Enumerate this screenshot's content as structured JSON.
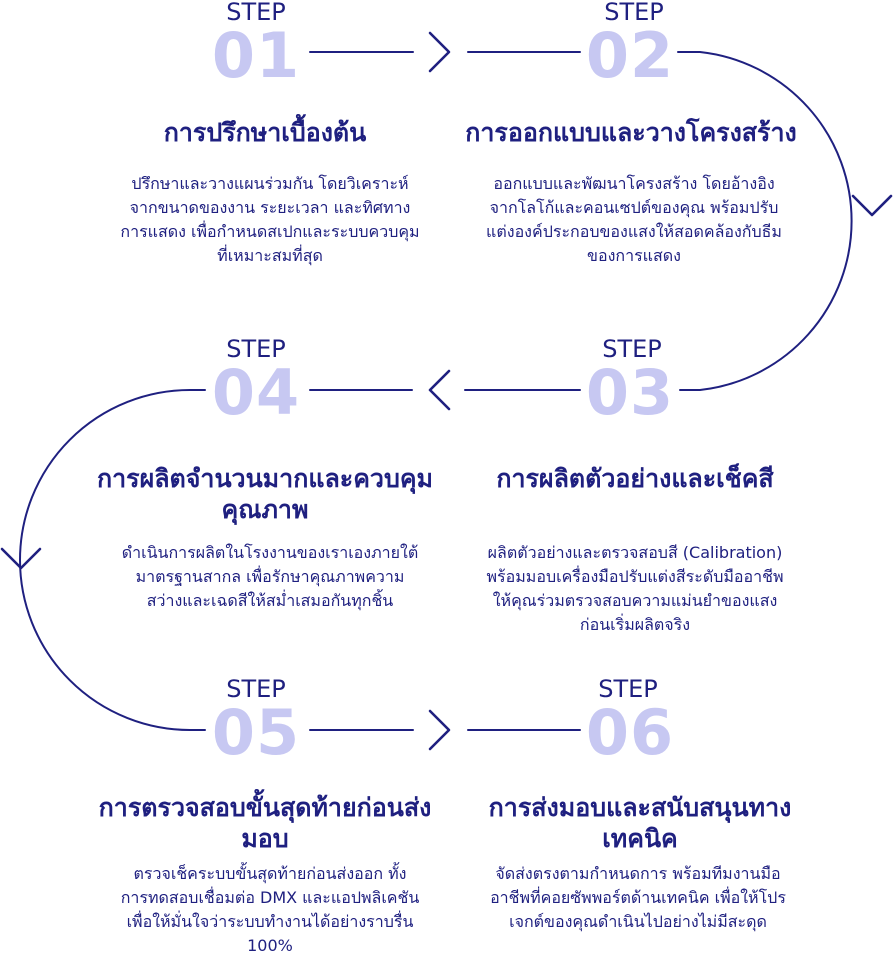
{
  "colors": {
    "primary": "#1f2080",
    "number": "#c7c8f2",
    "background": "#ffffff"
  },
  "icons": [
    "chevron-right-icon",
    "chevron-down-icon",
    "chevron-left-icon"
  ],
  "steps": [
    {
      "label": "STEP",
      "number": "01",
      "title": "การปรึกษาเบื้องต้น",
      "description": "ปรึกษาและวางแผนร่วมกัน โดยวิเคราะห์จากขนาดของงาน ระยะเวลา และทิศทางการแสดง เพื่อกำหนดสเปกและระบบควบคุมที่เหมาะสมที่สุด"
    },
    {
      "label": "STEP",
      "number": "02",
      "title": "การออกแบบและวางโครงสร้าง",
      "description": "ออกแบบและพัฒนาโครงสร้าง โดยอ้างอิงจากโลโก้และคอนเซปต์ของคุณ พร้อมปรับแต่งองค์ประกอบของแสงให้สอดคล้องกับธีมของการแสดง"
    },
    {
      "label": "STEP",
      "number": "03",
      "title": "การผลิตตัวอย่างและเช็คสี",
      "description": "ผลิตตัวอย่างและตรวจสอบสี (Calibration) พร้อมมอบเครื่องมือปรับแต่งสีระดับมืออาชีพให้คุณร่วมตรวจสอบความแม่นยำของแสงก่อนเริ่มผลิตจริง"
    },
    {
      "label": "STEP",
      "number": "04",
      "title": "การผลิตจำนวนมากและควบคุมคุณภาพ",
      "description": "ดำเนินการผลิตในโรงงานของเราเองภายใต้มาตรฐานสากล เพื่อรักษาคุณภาพความสว่างและเฉดสีให้สม่ำเสมอกันทุกชิ้น"
    },
    {
      "label": "STEP",
      "number": "05",
      "title": "การตรวจสอบขั้นสุดท้ายก่อนส่งมอบ",
      "description": "ตรวจเช็คระบบขั้นสุดท้ายก่อนส่งออก ทั้งการทดสอบเชื่อมต่อ DMX และแอปพลิเคชัน เพื่อให้มั่นใจว่าระบบทำงานได้อย่างราบรื่น 100%"
    },
    {
      "label": "STEP",
      "number": "06",
      "title": "การส่งมอบและสนับสนุนทางเทคนิค",
      "description": "จัดส่งตรงตามกำหนดการ พร้อมทีมงานมืออาชีพที่คอยซัพพอร์ตด้านเทคนิค เพื่อให้โปรเจกต์ของคุณดำเนินไปอย่างไม่มีสะดุด"
    }
  ]
}
